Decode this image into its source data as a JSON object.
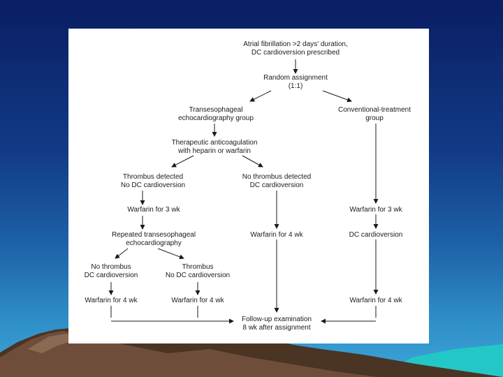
{
  "diagram": {
    "nodes": {
      "start": [
        "Atrial fibrillation >2 days' duration,",
        "DC cardioversion prescribed"
      ],
      "random": [
        "Random assignment",
        "(1:1)"
      ],
      "tee_group": [
        "Transesophageal",
        "echocardiography group"
      ],
      "conv_group": [
        "Conventional-treatment",
        "group"
      ],
      "anticoag": [
        "Therapeutic anticoagulation",
        "with heparin or warfarin"
      ],
      "thrombus": [
        "Thrombus detected",
        "No DC cardioversion"
      ],
      "no_thrombus": [
        "No thrombus detected",
        "DC cardioversion"
      ],
      "warfarin3_left": [
        "Warfarin for 3 wk"
      ],
      "warfarin3_right": [
        "Warfarin for 3 wk"
      ],
      "repeat_tee": [
        "Repeated transesophageal",
        "echocardiography"
      ],
      "warfarin4_mid": [
        "Warfarin for 4 wk"
      ],
      "dc_cardioversion": [
        "DC cardioversion"
      ],
      "rep_no_thrombus": [
        "No thrombus",
        "DC cardioversion"
      ],
      "rep_thrombus": [
        "Thrombus",
        "No DC cardioversion"
      ],
      "warfarin4_a": [
        "Warfarin for 4 wk"
      ],
      "warfarin4_b": [
        "Warfarin for 4 wk"
      ],
      "warfarin4_right": [
        "Warfarin for 4 wk"
      ],
      "followup": [
        "Follow-up examination",
        "8 wk after assignment"
      ]
    }
  },
  "colors": {
    "sky_top": "#0a1e63",
    "sky_bottom": "#3aa7d8",
    "panel": "#ffffff",
    "text": "#1a1a1a",
    "mountain": "#6e4e3a",
    "turquoise": "#24c7c7"
  }
}
